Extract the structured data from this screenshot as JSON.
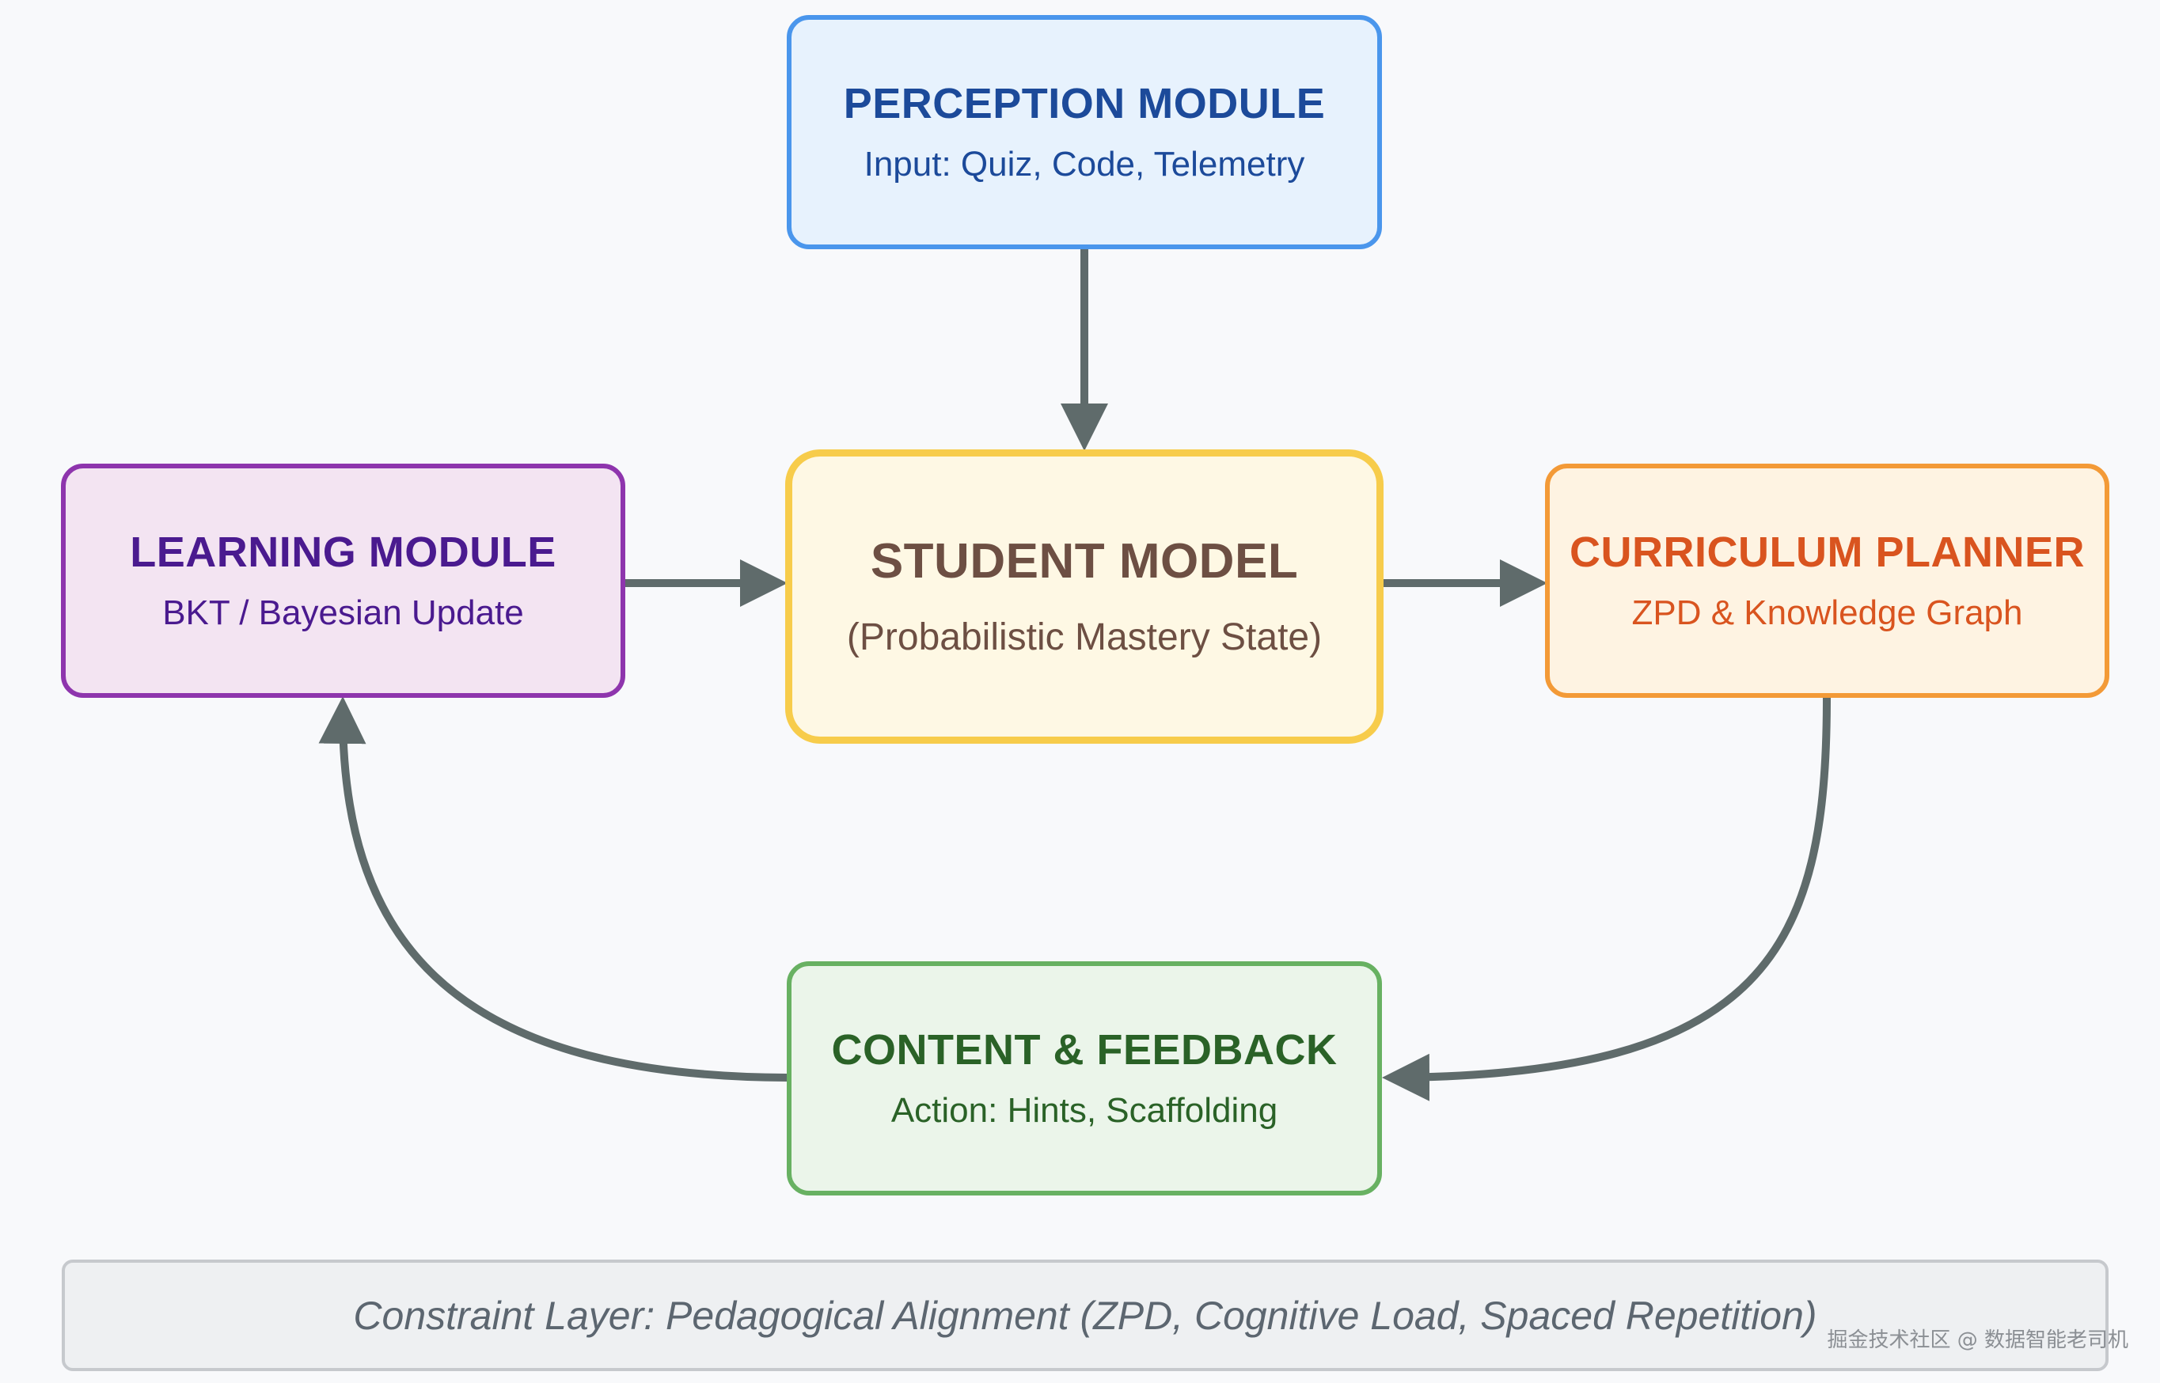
{
  "nodes": {
    "perception": {
      "title": "PERCEPTION MODULE",
      "subtitle": "Input: Quiz, Code, Telemetry"
    },
    "learning": {
      "title": "LEARNING MODULE",
      "subtitle": "BKT / Bayesian Update"
    },
    "student": {
      "title": "STUDENT MODEL",
      "subtitle": "(Probabilistic Mastery State)"
    },
    "curriculum": {
      "title": "CURRICULUM PLANNER",
      "subtitle": "ZPD & Knowledge Graph"
    },
    "content": {
      "title": "CONTENT & FEEDBACK",
      "subtitle": "Action: Hints, Scaffolding"
    }
  },
  "constraint_layer": {
    "text": "Constraint Layer: Pedagogical Alignment (ZPD, Cognitive Load, Spaced Repetition)"
  },
  "edges": [
    {
      "from": "perception",
      "to": "student"
    },
    {
      "from": "learning",
      "to": "student"
    },
    {
      "from": "student",
      "to": "curriculum"
    },
    {
      "from": "curriculum",
      "to": "content"
    },
    {
      "from": "content",
      "to": "learning"
    }
  ],
  "watermark": "掘金技术社区 @ 数据智能老司机",
  "colors": {
    "arrow": "#5f6b6b",
    "background": "#f8f9fb"
  }
}
